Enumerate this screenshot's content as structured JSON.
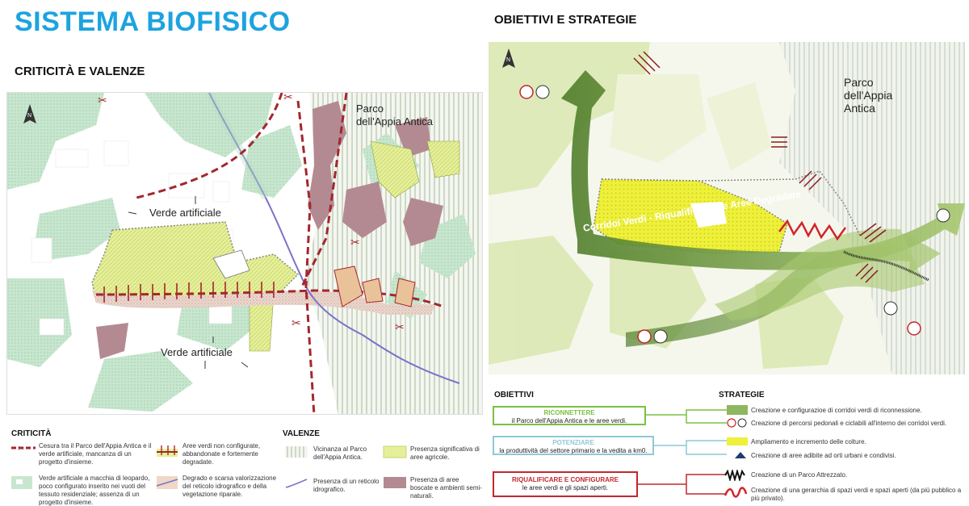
{
  "page": {
    "title": "SISTEMA BIOFISICO"
  },
  "left_panel": {
    "heading": "CRITICITÀ E VALENZE",
    "map_labels": {
      "parco": "Parco\ndell'Appia Antica",
      "verde1": "Verde artificiale",
      "verde2": "Verde artificiale"
    },
    "legend": {
      "criticita_title": "CRITICITÀ",
      "valenze_title": "VALENZE",
      "items": {
        "cesura": "Cesura tra il Parco dell'Appia Antica e il verde artificiale, mancanza di un progetto d'insieme.",
        "aree_verdi": "Aree verdi non configurate, abbandonate e fortemente degradate.",
        "vicinanza": "Vicinanza al Parco dell'Appia Antica.",
        "agricole": "Presenza significativa di aree agricole.",
        "macchia": "Verde artificiale a macchia di leopardo, poco configurato inserito nei vuoti del tessuto residenziale; assenza di un progetto d'insieme.",
        "degrado": "Degrado e scarsa valorizzazione del reticolo idrografico e della vegetazione riparale.",
        "reticolo": "Presenza di un reticolo idrografico.",
        "boscate": "Presenza di aree boscate e ambienti semi-naturali."
      }
    }
  },
  "right_panel": {
    "heading": "OBIETTIVI E STRATEGIE",
    "map_labels": {
      "parco": "Parco\ndell'Appia\nAntica",
      "corridor": "Corridoi Verdi - Riqualificazione Aree Degradate"
    },
    "legend": {
      "obiettivi_title": "OBIETTIVI",
      "strategie_title": "STRATEGIE",
      "objectives": [
        {
          "title": "RICONNETTERE",
          "text": "il Parco dell'Appia Antica e le aree verdi.",
          "color": "#7ac142"
        },
        {
          "title": "POTENZIARE",
          "text": "la produttività del settore primario e la vedita a km0.",
          "color": "#8fc9d6"
        },
        {
          "title": "RIQUALIFICARE E CONFIGURARE",
          "text": "le aree verdi e gli spazi aperti.",
          "color": "#c0282d"
        }
      ],
      "strategies": [
        "Creazione e configurazioe di corridoi verdi di riconnessione.",
        "Creazione di percorsi pedonali e ciclabili all'interno dei corridoi verdi.",
        "Ampliamento e incremento delle colture.",
        "Creazione di aree adibite ad orti urbani e condivisi.",
        "Creazione di un Parco Attrezzato.",
        "Creazione di una gerarchia di spazi verdi e spazi aperti (da più pubblico a più privato)."
      ]
    }
  },
  "colors": {
    "title_blue": "#1da3e0",
    "green_light": "#bfe5c8",
    "yellow_green": "#e3ef8e",
    "mauve": "#b58a92",
    "dark_red": "#a3272d",
    "corridor_green": "#6f9a3a"
  }
}
